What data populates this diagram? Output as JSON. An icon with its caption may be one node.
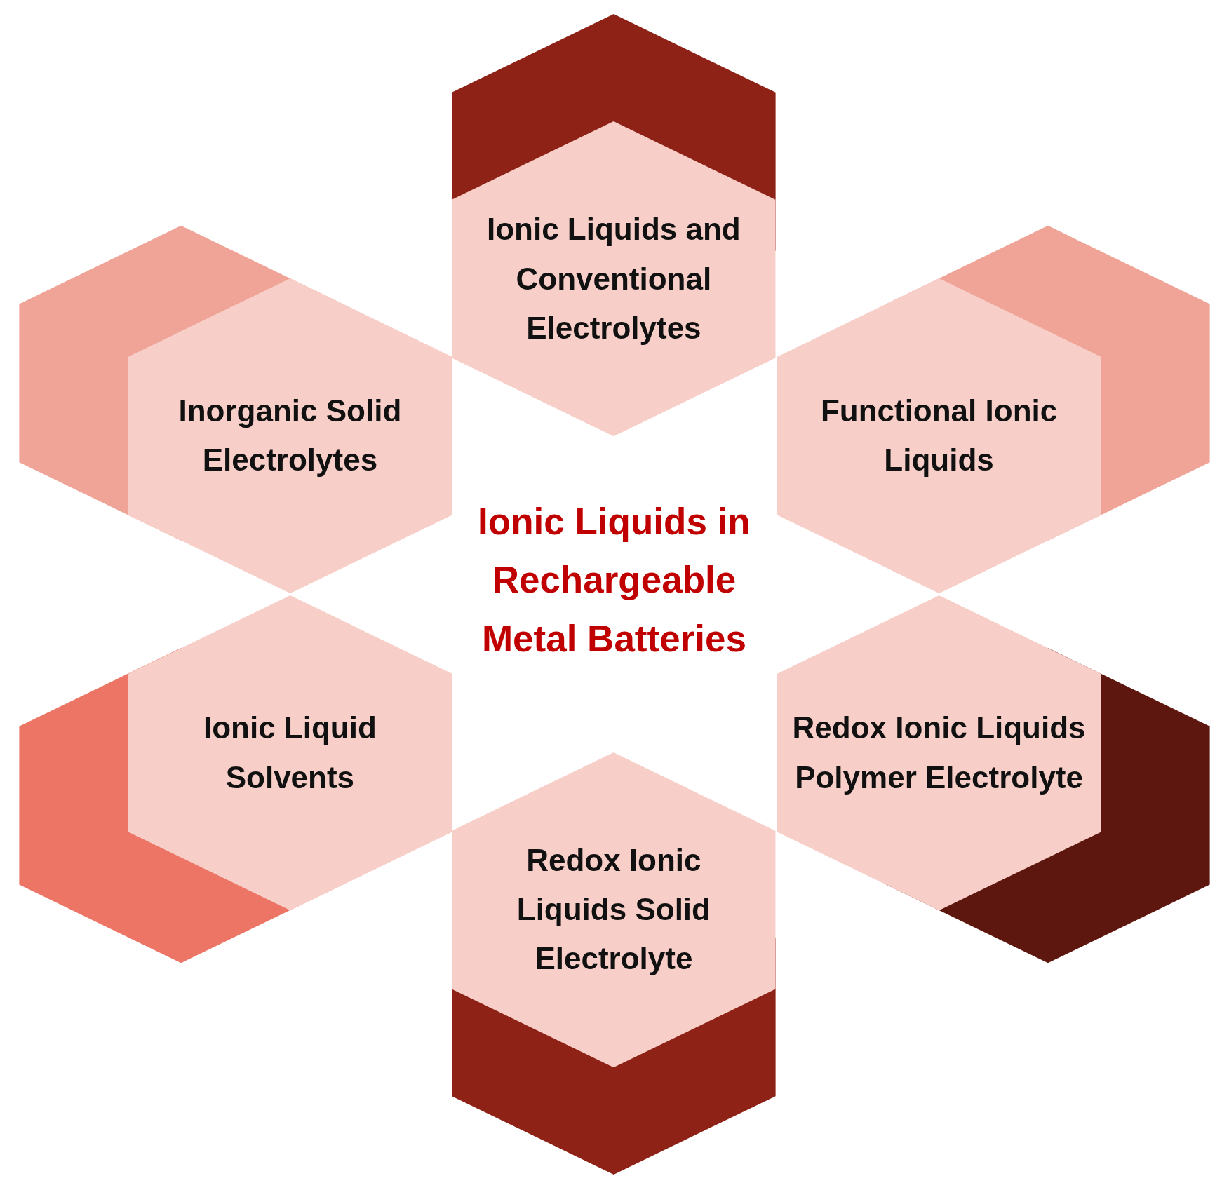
{
  "diagram": {
    "title": "Ionic Liquids in Rechargeable Metal Batteries",
    "nodes": [
      {
        "text": [
          "Ionic Liquids and Conventional Electrolytes"
        ]
      },
      {
        "text": [
          "Inorganic Solid Electrolytes"
        ]
      },
      {
        "text": [
          "Functional Ionic Liquids"
        ]
      },
      {
        "text": [
          "Ionic Liquid Solvents"
        ]
      },
      {
        "text": [
          "Redox Ionic Liquids Polymer Electrolyte"
        ]
      },
      {
        "text": [
          "Redox Ionic Liquids Solid Electrolyte"
        ]
      }
    ]
  }
}
